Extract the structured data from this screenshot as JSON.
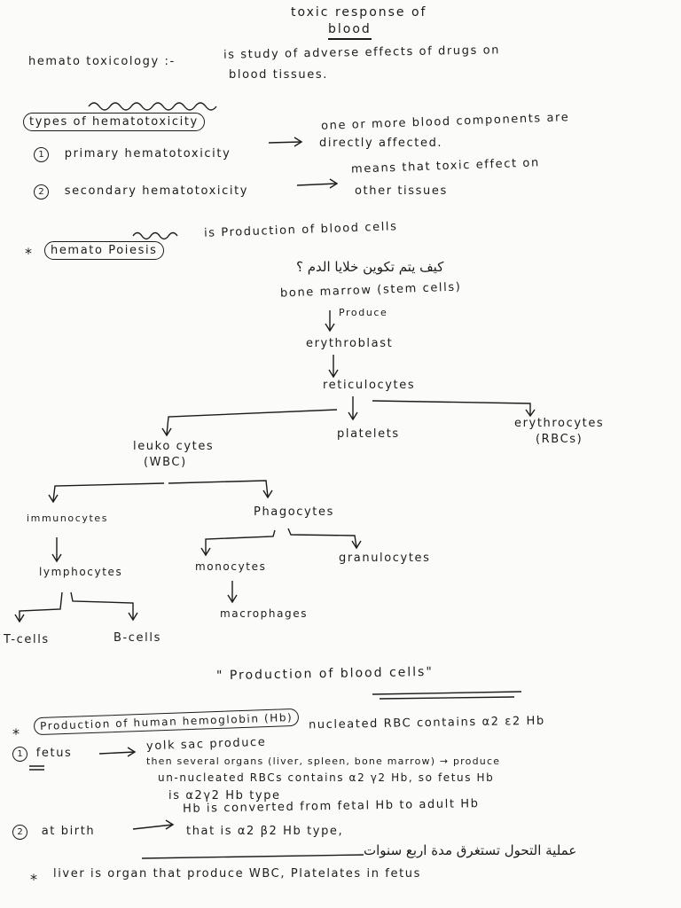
{
  "header": {
    "title_line1": "toxic response of",
    "title_line2": "blood"
  },
  "definition": {
    "term": "hemato toxicology :-",
    "text_line1": "is study of adverse effects of drugs on",
    "text_line2": "blood tissues."
  },
  "types": {
    "heading": "types of hematotoxicity",
    "item1_num": "1",
    "item1_term": "primary hematotoxicity",
    "item1_desc_line1": "one or more blood components are",
    "item1_desc_line2": "directly affected.",
    "item2_num": "2",
    "item2_term": "secondary hematotoxicity",
    "item2_desc_line1": "means that toxic effect on",
    "item2_desc_line2": "other tissues"
  },
  "hematopoiesis": {
    "star": "*",
    "term": "hemato Poiesis",
    "definition": "is Production of blood cells",
    "arabic_question": "كيف يتم تكوين خلايا الدم ؟",
    "bone_marrow": "bone marrow (stem cells)",
    "produce": "Produce",
    "erythroblast": "erythroblast",
    "reticulocytes": "reticulocytes",
    "platelets": "platelets",
    "erythrocytes_line1": "erythrocytes",
    "erythrocytes_line2": "(RBCs)",
    "leukocytes_line1": "leuko cytes",
    "leukocytes_line2": "(WBC)",
    "immunocytes": "immunocytes",
    "phagocytes": "Phagocytes",
    "granulocytes": "granulocytes",
    "lymphocytes": "lymphocytes",
    "monocytes": "monocytes",
    "macrophages": "macrophages",
    "t_cells": "T-cells",
    "b_cells": "B-cells"
  },
  "production_heading": "\" Production of blood cells\"",
  "hemoglobin": {
    "star": "*",
    "heading": "Production of human hemoglobin (Hb)",
    "heading_tail": "nucleated RBC contains α2 ε2 Hb",
    "fetus_num": "1",
    "fetus_label": "fetus",
    "fetus_line1": "yolk sac produce",
    "fetus_line2": "then several organs (liver, spleen, bone marrow) → produce",
    "fetus_line3": "un-nucleated RBCs contains α2 γ2 Hb, so fetus Hb",
    "fetus_line4": "is α2γ2 Hb type",
    "birth_num": "2",
    "birth_label": "at birth",
    "birth_line1": "Hb is converted from fetal Hb to adult Hb",
    "birth_line2": "that is α2 β2 Hb type,",
    "arabic_note": "عملية التحول تستغرق مدة اربع سنوات",
    "liver_star": "*",
    "liver_note": "liver is organ that produce WBC, Platelates in fetus"
  }
}
